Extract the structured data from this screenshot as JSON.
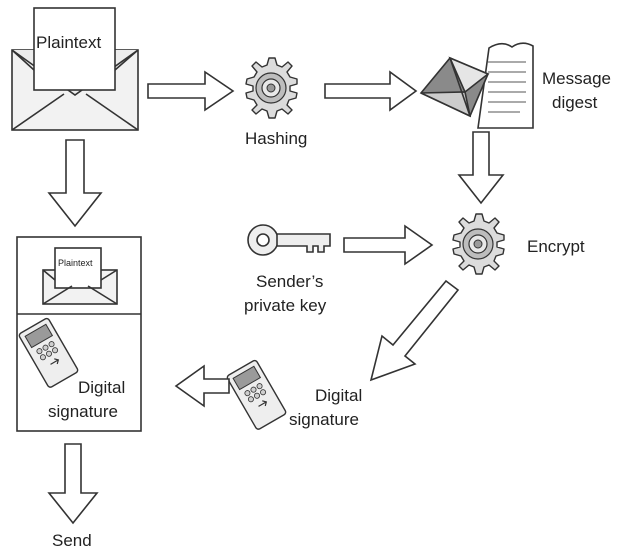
{
  "labels": {
    "plaintext_envelope": "Plaintext",
    "hashing": "Hashing",
    "message_digest_line1": "Message",
    "message_digest_line2": "digest",
    "encrypt": "Encrypt",
    "private_key_line1": "Sender’s",
    "private_key_line2": "private key",
    "digital_signature_line1": "Digital",
    "digital_signature_line2": "signature",
    "bundle_plaintext": "Plaintext",
    "bundle_signature_line1": "Digital",
    "bundle_signature_line2": "signature",
    "send": "Send"
  },
  "icons": {
    "envelope": "envelope-icon",
    "gear": "gear-icon",
    "digest": "document-digest-icon",
    "key": "key-icon",
    "signature_device": "signature-device-icon",
    "arrow": "hollow-arrow-icon"
  },
  "colors": {
    "stroke": "#333333",
    "icon_fill": "#e6e6e6",
    "icon_dark": "#8a8a8a",
    "background": "#ffffff"
  }
}
